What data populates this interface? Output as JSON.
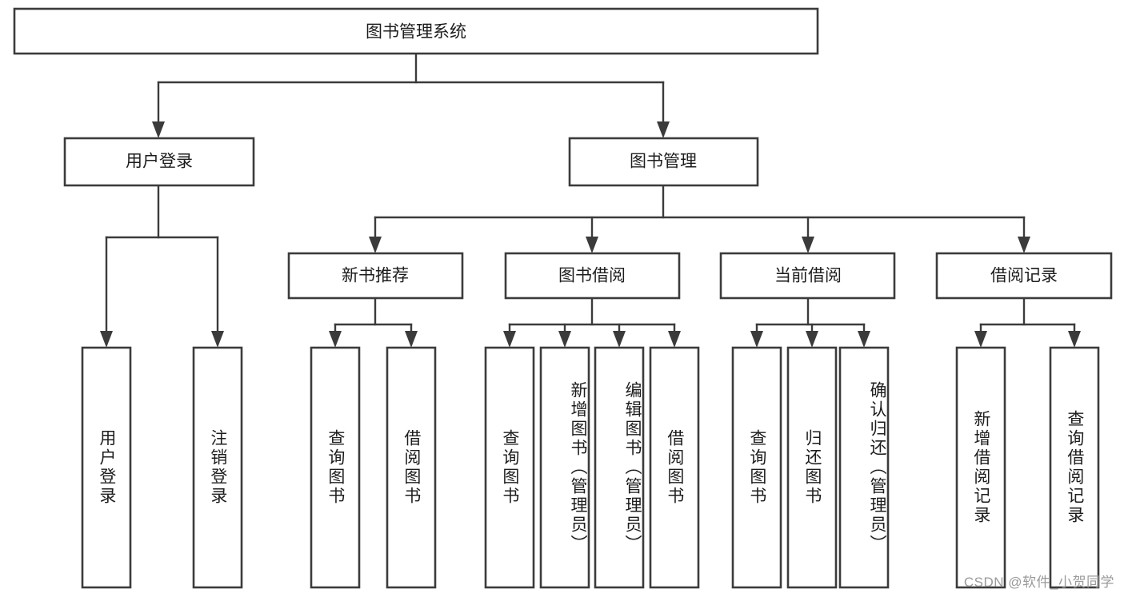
{
  "diagram": {
    "title": "图书管理系统",
    "type": "功能结构图",
    "watermark": "CSDN @软件_小贺同学",
    "colors": {
      "stroke": "#3b3b3b",
      "fill": "#ffffff",
      "text": "#1d1d1d",
      "watermark": "#9a9a9a"
    },
    "root": {
      "label": "图书管理系统"
    },
    "level1": [
      {
        "label": "用户登录"
      },
      {
        "label": "图书管理"
      }
    ],
    "level2": [
      {
        "label": "新书推荐"
      },
      {
        "label": "图书借阅"
      },
      {
        "label": "当前借阅"
      },
      {
        "label": "借阅记录"
      }
    ],
    "leaves": {
      "user_login": [
        {
          "label": "用户登录"
        },
        {
          "label": "注销登录"
        }
      ],
      "new_book": [
        {
          "label": "查询图书"
        },
        {
          "label": "借阅图书"
        }
      ],
      "book_borrow": [
        {
          "label": "查询图书"
        },
        {
          "label": "新增图书（管理员）"
        },
        {
          "label": "编辑图书（管理员）"
        },
        {
          "label": "借阅图书"
        }
      ],
      "current_borrow": [
        {
          "label": "查询图书"
        },
        {
          "label": "归还图书"
        },
        {
          "label": "确认归还（管理员）"
        }
      ],
      "borrow_record": [
        {
          "label": "新增借阅记录"
        },
        {
          "label": "查询借阅记录"
        }
      ]
    }
  }
}
